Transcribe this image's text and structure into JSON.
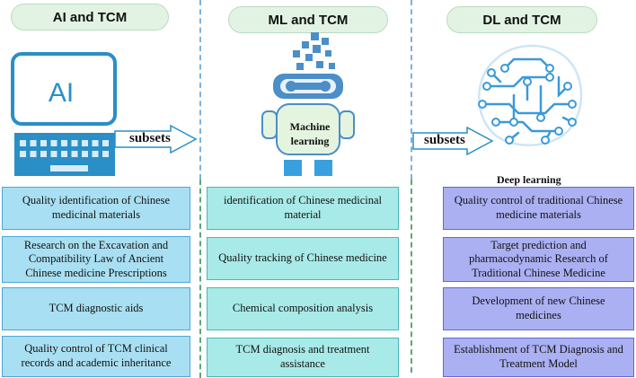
{
  "columns": [
    {
      "header": "AI and TCM",
      "icon_text": "AI",
      "items": [
        "Quality identification of Chinese medicinal materials",
        "Research on the Excavation and Compatibility Law of Ancient Chinese medicine Prescriptions",
        "TCM diagnostic aids",
        "Quality control of TCM clinical records and academic inheritance"
      ]
    },
    {
      "header": "ML and TCM",
      "icon_text": "Machine learning",
      "items": [
        "identification of Chinese medicinal material",
        "Quality tracking of Chinese medicine",
        "Chemical composition analysis",
        "TCM diagnosis and treatment assistance"
      ]
    },
    {
      "header": "DL and TCM",
      "icon_text": "Deep learning",
      "items": [
        "Quality control of traditional Chinese medicine materials",
        "Target prediction and pharmacodynamic Research of Traditional Chinese Medicine",
        "Development of new Chinese medicines",
        "Establishment of TCM Diagnosis and Treatment Model"
      ]
    }
  ],
  "arrows": [
    "subsets",
    "subsets"
  ],
  "colors": {
    "col1_box": "#a9dff2",
    "col2_box": "#a8eae7",
    "col3_box": "#aab0f2",
    "header_pill": "#e2f3e4"
  }
}
